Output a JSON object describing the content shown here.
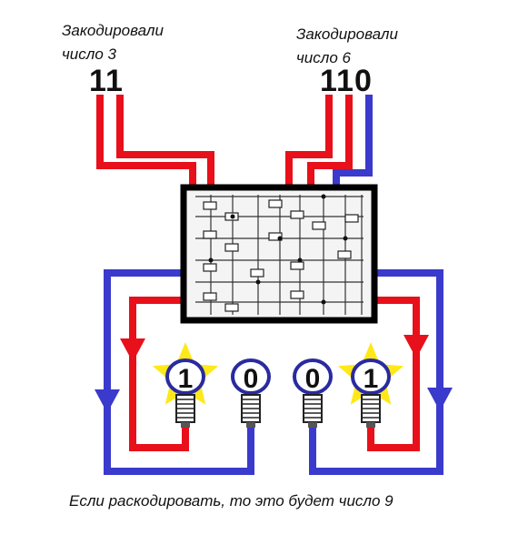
{
  "input_a": {
    "caption_line1": "Закодировали",
    "caption_line2": "число 3",
    "bits": "11"
  },
  "input_b": {
    "caption_line1": "Закодировали",
    "caption_line2": "число 6",
    "bits": "110"
  },
  "outputs": [
    {
      "digit": "1",
      "lit": true
    },
    {
      "digit": "0",
      "lit": false
    },
    {
      "digit": "0",
      "lit": false
    },
    {
      "digit": "1",
      "lit": true
    }
  ],
  "footer": "Если раскодировать, то это будет число 9",
  "colors": {
    "wire_red": "#e8101a",
    "wire_blue": "#3a3acc",
    "star": "#ffe81a",
    "chip_border": "#000000",
    "bulb_outline": "#2a2aa0"
  },
  "icons": {
    "bulb": "light-bulb-icon",
    "star": "star-icon",
    "arrow": "arrow-down-icon",
    "chip": "logic-circuit-chip"
  }
}
